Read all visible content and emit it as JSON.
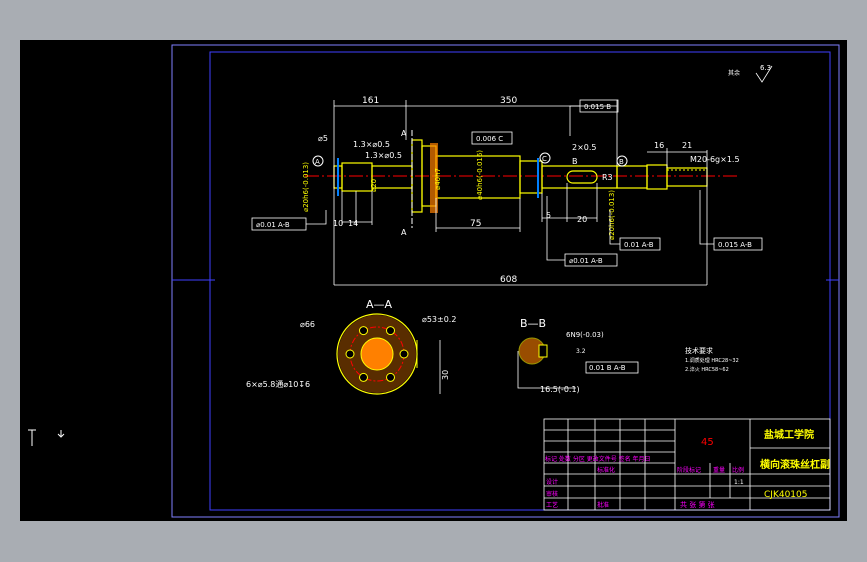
{
  "dims": {
    "d161": "161",
    "d350": "350",
    "d608": "608",
    "d75": "75",
    "d10": "10",
    "d14": "14",
    "d5": "5",
    "d20": "20",
    "d21": "21",
    "d16": "16",
    "phi5": "⌀5",
    "chamf1": "1.3×⌀0.5",
    "chamf2": "1.3×⌀0.5",
    "chamf3": "2×0.5",
    "phi20": "⌀20",
    "phi20h6_left": "⌀20h6(-0.013)",
    "phi40h7": "⌀40h7",
    "phi40": "⌀40h6(-0.016)",
    "phi20h6_right": "⌀20h6(-0.013)",
    "m20": "M20-6g×1.5",
    "r3": "R3",
    "phi66": "⌀66",
    "phi53": "⌀53±0.2",
    "d30": "30",
    "holes": "6×⌀5.8通⌀10↧6",
    "key6n9": "6N9(-0.03)",
    "d165": "16.5(-0.1)",
    "rough": "3.2",
    "rough6": "6.3",
    "surf_note": "其余"
  },
  "labels": {
    "A_left": "A",
    "A_bot": "A",
    "B_top": "B",
    "datum_A": "A",
    "datum_B": "B",
    "datum_C": "C",
    "sec_AA": "A—A",
    "sec_BB": "B—B"
  },
  "fcf": {
    "f1": "⌀0.01 A-B",
    "f2": "0.015 B",
    "f3": "0.006 C",
    "f4": "⌀0.01 A-B",
    "f5": "0.01 A-B",
    "f6": "0.015 A-B",
    "f7": "0.01 B A-B"
  },
  "notes": {
    "title": "技术要求",
    "line1": "1.调质处理 HRC28~32",
    "line2": "2.淬火 HRC58~62"
  },
  "titleblock": {
    "material": "45",
    "school": "盐城工学院",
    "part_name": "横向滚珠丝杠副",
    "drawing_no": "CJK40105",
    "row_header": "标记 处数 分区 更改文件号 签名 年月日",
    "design": "设计",
    "standard": "标准化",
    "review": "审核",
    "process": "工艺",
    "approve": "批准",
    "stage": "阶段标记",
    "weight": "重量",
    "scale": "比例",
    "scale_val": "1:1",
    "sheets": "共  张  第  张"
  },
  "colors": {
    "bg": "#000000",
    "frame": "#0000ff",
    "white": "#ffffff",
    "yellow": "#ffff00",
    "cyan": "#00ffff",
    "red": "#ff0000",
    "magenta": "#ff00ff",
    "green": "#00ff00",
    "orange": "#ff8000",
    "outside": "#a9adb3"
  },
  "icons": {
    "ucs": "ucs-axis-icon"
  }
}
